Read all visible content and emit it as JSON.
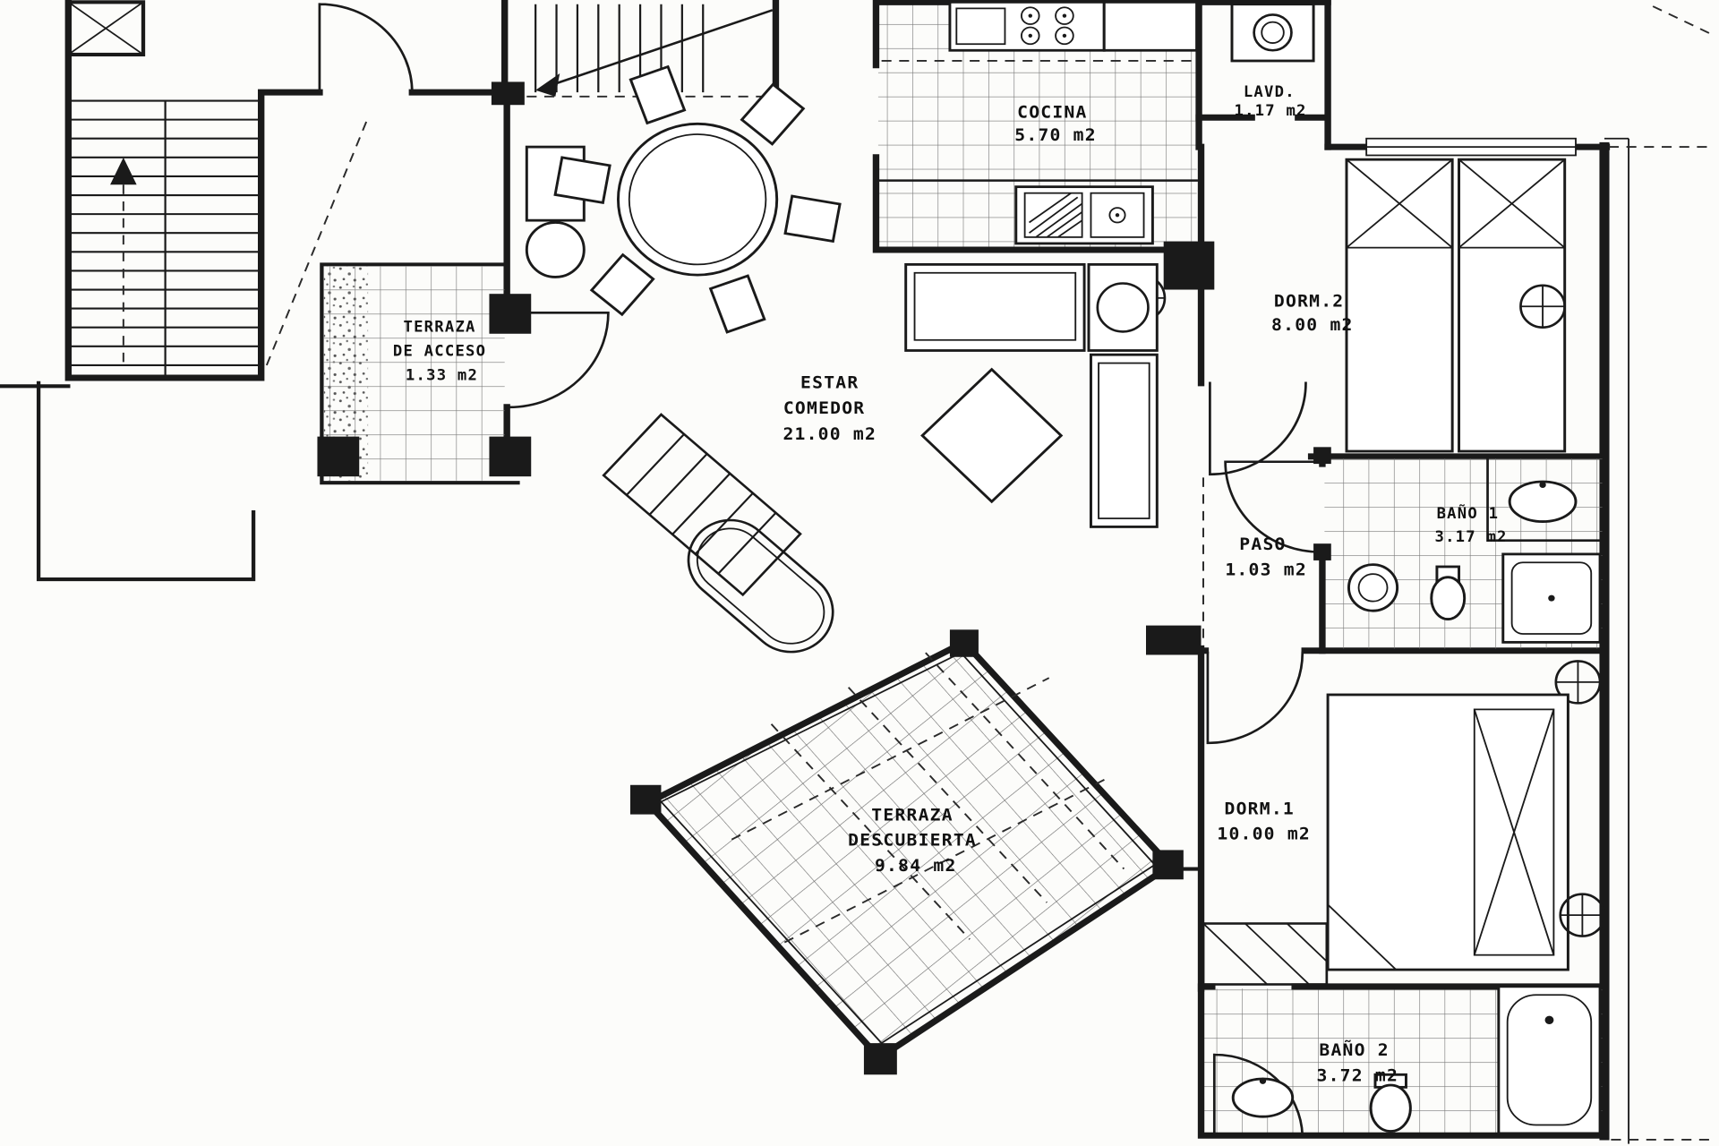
{
  "document": {
    "type": "architectural floor plan",
    "language": "es"
  },
  "colors": {
    "ink": "#1a1a1a",
    "paper": "#fcfcfa"
  },
  "rooms": {
    "cocina": {
      "name": "COCINA",
      "area": "5.70 m2"
    },
    "lavadero": {
      "name": "LAVD.",
      "area": "1.17 m2"
    },
    "dorm2": {
      "name": "DORM.2",
      "area": "8.00 m2"
    },
    "terraza_acceso": {
      "name1": "TERRAZA",
      "name2": "DE ACCESO",
      "area": "1.33 m2"
    },
    "estar_comedor": {
      "name1": "ESTAR",
      "name2": "COMEDOR",
      "area": "21.00 m2"
    },
    "paso": {
      "name": "PASO",
      "area": "1.03 m2"
    },
    "bano1": {
      "name": "BAÑO 1",
      "area": "3.17 m2"
    },
    "terraza_descubierta": {
      "name1": "TERRAZA",
      "name2": "DESCUBIERTA",
      "area": "9.84 m2"
    },
    "dorm1": {
      "name": "DORM.1",
      "area": "10.00 m2"
    },
    "bano2": {
      "name": "BAÑO 2",
      "area": "3.72 m2"
    }
  }
}
